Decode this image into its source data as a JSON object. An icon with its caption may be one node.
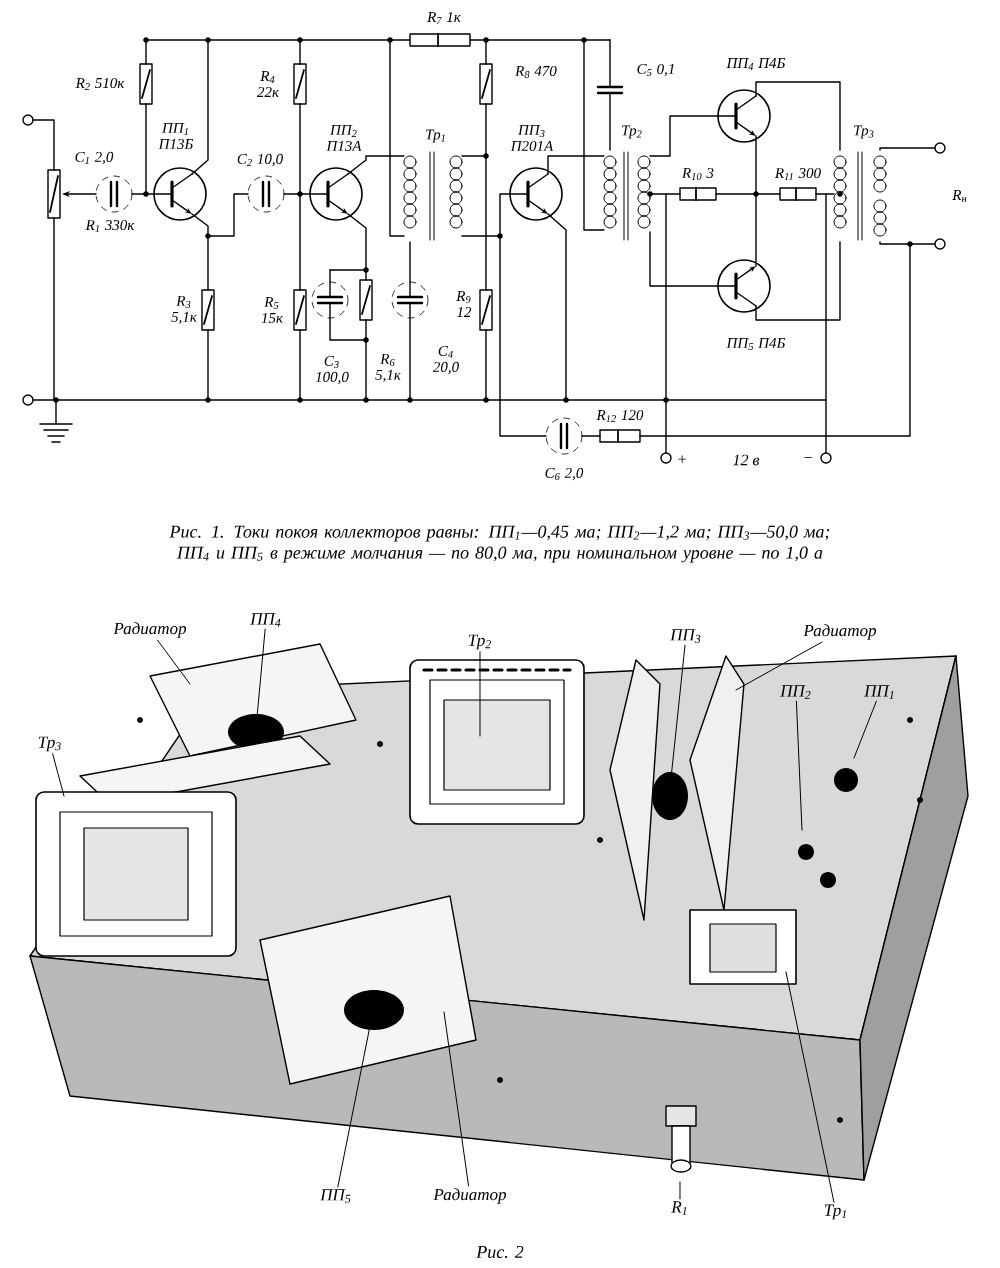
{
  "diagram": {
    "caption": "Рис. 1. Токи покоя коллекторов равны: ПП$_{1}$—0,45 ма; ПП$_{2}$—1,2 ма; ПП$_{3}$—50,0 ма; ПП$_{4}$ и ПП$_{5}$ в режиме молчания — по 80,0 ма, при номинальном уровне — по 1,0 а",
    "nodes": [
      {
        "text": [
          "Радиатор"
        ]
      },
      {
        "text": [
          "ПП$_{4}$"
        ]
      },
      {
        "text": [
          "Тр$_{2}$"
        ]
      },
      {
        "text": [
          "ПП$_{3}$"
        ]
      },
      {
        "text": [
          "Радиатор"
        ]
      },
      {
        "text": [
          "ПП$_{2}$"
        ]
      },
      {
        "text": [
          "ПП$_{1}$"
        ]
      },
      {
        "text": [
          "Тр$_{3}$"
        ]
      },
      {
        "text": [
          "ПП$_{5}$"
        ]
      },
      {
        "text": [
          "Радиатор"
        ]
      },
      {
        "text": [
          "R$_{1}$"
        ]
      },
      {
        "text": [
          "Тр$_{1}$"
        ]
      }
    ],
    "edges": [
      {
        "from": 0,
        "to": null,
        "arrow": "none"
      },
      {
        "from": 1,
        "to": null,
        "arrow": "none"
      },
      {
        "from": 2,
        "to": null,
        "arrow": "none"
      },
      {
        "from": 3,
        "to": null,
        "arrow": "none"
      },
      {
        "from": 4,
        "to": null,
        "arrow": "none"
      },
      {
        "from": 5,
        "to": null,
        "arrow": "none"
      },
      {
        "from": 6,
        "to": null,
        "arrow": "none"
      },
      {
        "from": 7,
        "to": null,
        "arrow": "none"
      },
      {
        "from": 8,
        "to": null,
        "arrow": "none"
      },
      {
        "from": 9,
        "to": null,
        "arrow": "none"
      },
      {
        "from": 10,
        "to": null,
        "arrow": "none"
      },
      {
        "from": 11,
        "to": null,
        "arrow": "none"
      }
    ],
    "labels": [
      "R$_{7}$ 1к",
      "R$_{2}$ 510к",
      "ПП$_{1}$ П13Б",
      "R$_{4}$ 22к",
      "ПП$_{2}$ П13А",
      "R$_{8}$ 470",
      "ПП$_{3}$ П201А",
      "C$_{5}$ 0,1",
      "ПП$_{4}$ П4Б",
      "C$_{1}$ 2,0",
      "C$_{2}$ 10,0",
      "Тр$_{1}$",
      "Тр$_{2}$",
      "Тр$_{3}$",
      "R$_{1}$ 330к",
      "R$_{10}$ 3",
      "R$_{11}$ 300",
      "R$_{н}$",
      "R$_{3}$ 5,1к",
      "R$_{5}$ 15к",
      "R$_{9}$ 12",
      "C$_{3}$ 100,0",
      "R$_{6}$ 5,1к",
      "C$_{4}$ 20,0",
      "ПП$_{5}$ П4Б",
      "R$_{12}$ 120",
      "C$_{6}$ 2,0",
      "+",
      "12 в",
      "−",
      "Рис. 2"
    ]
  }
}
